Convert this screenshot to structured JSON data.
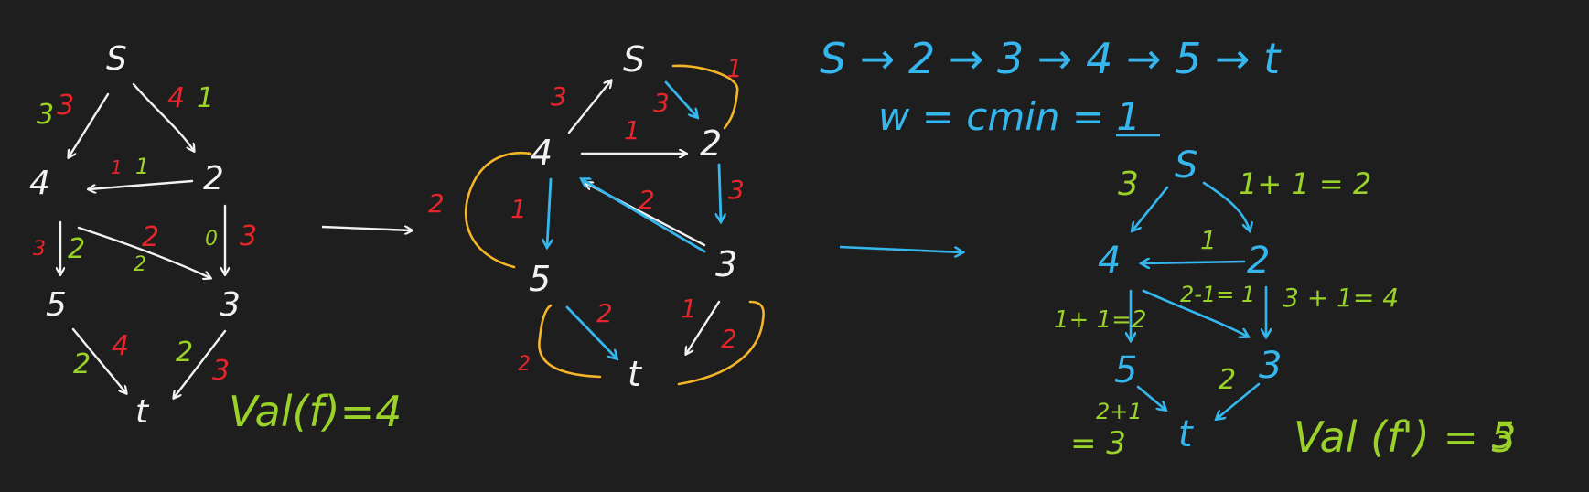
{
  "colors": {
    "background": "#1e1e1e",
    "white": "#f2f2f2",
    "red": "#e5252b",
    "green": "#9bd22a",
    "blue": "#35b7ee",
    "yellow": "#f5b528"
  },
  "graph1": {
    "nodes": {
      "s": "S",
      "n4": "4",
      "n2": "2",
      "n5": "5",
      "n3": "3",
      "t": "t"
    },
    "labels": {
      "s4_green": "3",
      "s4_red": "3",
      "s2_red": "4",
      "s2_green": "1",
      "e24_red": "1",
      "e24_green": "1",
      "e23_green": "0",
      "e23_red": "3",
      "e45_red": "3",
      "e45_green": "2",
      "e43_red": "2",
      "e43_green": "2",
      "e5t_green": "2",
      "e5t_red": "4",
      "e3t_green": "2",
      "e3t_red": "3"
    },
    "value": "Val(f)=4"
  },
  "graph2": {
    "nodes": {
      "s": "S",
      "n4": "4",
      "n2": "2",
      "n5": "5",
      "n3": "3",
      "t": "t"
    },
    "labels": {
      "s4": "3",
      "s2": "3",
      "top_back": "1",
      "e42": "1",
      "left_back": "2",
      "e45": "1",
      "e34": "2",
      "e23": "3",
      "e5t": "2",
      "bottom_left_back": "2",
      "e3t": "1",
      "bottom_right_back": "2"
    }
  },
  "path": {
    "line": "S → 2 → 3 → 4 → 5 → t",
    "w": "w = cmin = 1"
  },
  "graph3": {
    "nodes": {
      "s": "S",
      "n4": "4",
      "n2": "2",
      "n5": "5",
      "n3": "3",
      "t": "t"
    },
    "labels": {
      "s4": "3",
      "s2": "1+ 1 = 2",
      "e24": "1",
      "e45": "1+ 1=2",
      "e43": "2-1= 1",
      "e23": "3 + 1= 4",
      "e3t": "2",
      "e5t_top": "2+1",
      "e5t_bottom": "= 3"
    },
    "value_prefix": "Val (f') = ",
    "value_crossed": "3",
    "value": "5"
  }
}
